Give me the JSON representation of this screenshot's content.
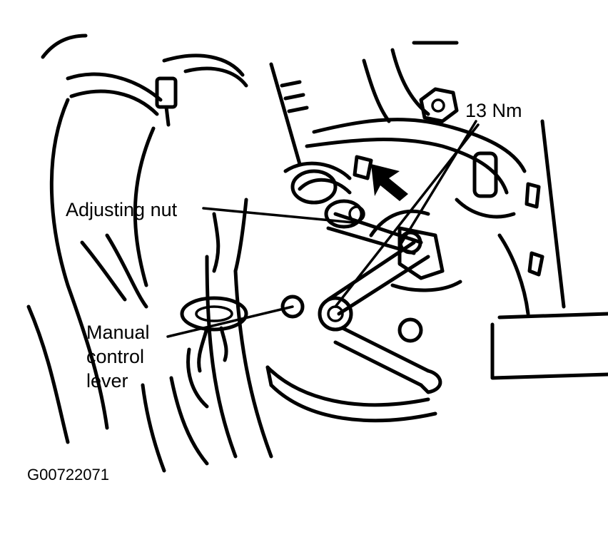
{
  "labels": {
    "torque": "13 Nm",
    "adjusting_nut": "Adjusting nut",
    "manual_control_lever": [
      "Manual",
      "control",
      "lever"
    ],
    "figure_id": "G00722071"
  },
  "colors": {
    "ink": "#000000",
    "paper": "#ffffff"
  }
}
